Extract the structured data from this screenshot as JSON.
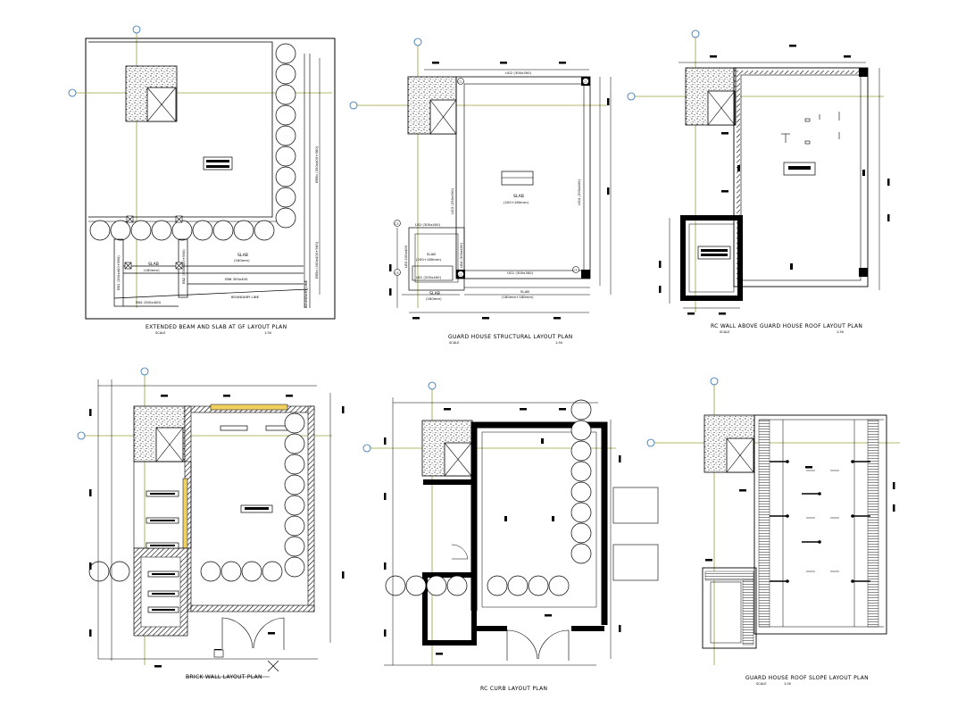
{
  "colors": {
    "background": "#ffffff",
    "line": "#000000",
    "grid": "#9c9c3a",
    "highlight": "#f0d060"
  },
  "panels": [
    {
      "title": "EXTENDED BEAM AND SLAB AT GF LAYOUT PLAN",
      "scale_label": "SCALE",
      "scale_value": "1:50",
      "labels": {
        "slab_top": "SLAB",
        "slab_top_dim": "(180mm)",
        "slab_left": "SLAB",
        "slab_left_dim": "(180mm)",
        "eb6": "EB6 300x400",
        "eb3": "EB3 (300x400)",
        "eb1": "EB1 (300x400+560)",
        "eb2": "EB2 (300x400+560)",
        "eb4": "EB4 (300x400)",
        "eb5_top": "EB5b (300x400+560)",
        "eb5_bottom": "EB5a (300x400+560)",
        "boundary_h": "BOUNDARY LINE",
        "boundary_v": "BOUNDARY LINE"
      }
    },
    {
      "title": "GUARD HOUSE STRUCTURAL LAYOUT PLAN",
      "scale_label": "SCALE",
      "scale_value": "1:50",
      "labels": {
        "ug2": "UG2 (300x300)",
        "slab_center": "SLAB",
        "slab_center_dim": "(200+180mm)",
        "ug3": "UG3 (250x300)",
        "ug4": "UG4 (200x400)",
        "lb2": "LB2 (300x400)",
        "slab_small": "SLAB",
        "slab_small_dim": "(200+180mm)",
        "lb1": "LB1 (200x400)",
        "lb3": "LB3 200x400",
        "lb4": "LB4 (300x400)",
        "ug1": "UG1 (300x300)",
        "slab_bottom": "SLAB",
        "slab_bottom_dim": "(180mm)",
        "slab_bottom2": "SLAB",
        "slab_bottom2_dim": "(180mm+180mm)",
        "c1": "C1",
        "c2": "C2",
        "c3": "C3",
        "c4": "C4",
        "c5": "C5",
        "c6": "C6"
      }
    },
    {
      "title": "RC WALL ABOVE GUARD HOUSE ROOF LAYOUT PLAN",
      "scale_label": "SCALE",
      "scale_value": "1:50"
    },
    {
      "title": "BRICK WALL LAYOUT PLAN"
    },
    {
      "title": "RC CURB LAYOUT PLAN"
    },
    {
      "title": "GUARD HOUSE ROOF SLOPE LAYOUT PLAN",
      "scale_label": "SCALE",
      "scale_value": "1:50"
    }
  ]
}
